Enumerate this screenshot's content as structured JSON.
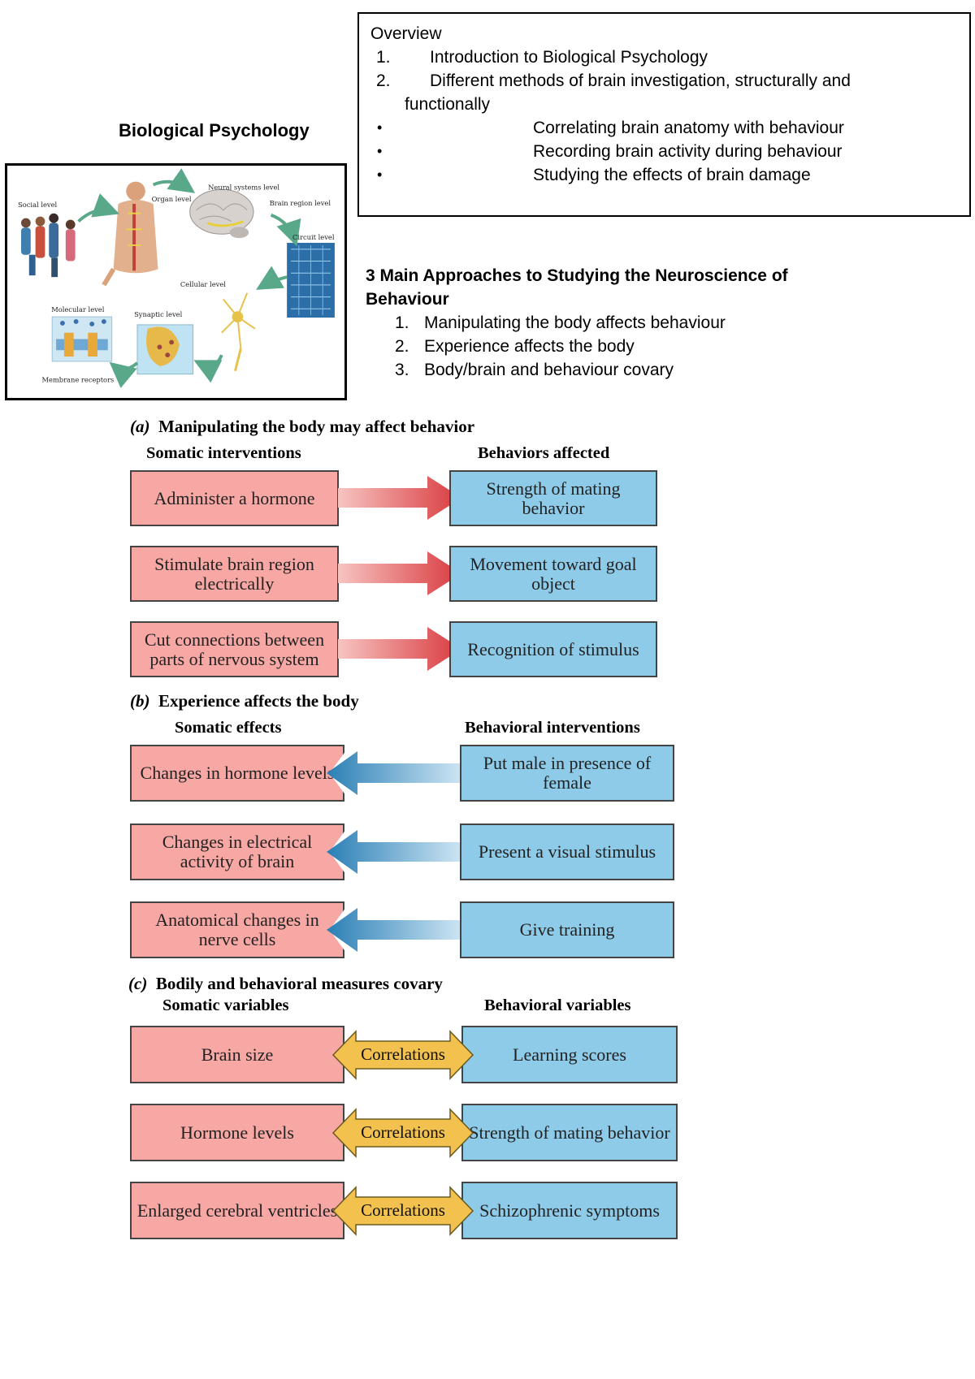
{
  "title": "Biological Psychology",
  "figure_labels": {
    "social": "Social level",
    "organ": "Organ level",
    "neural_systems": "Neural systems level",
    "brain_region": "Brain region level",
    "circuit": "Circuit level",
    "cellular": "Cellular level",
    "synaptic": "Synaptic level",
    "molecular": "Molecular level",
    "membrane": "Membrane receptors"
  },
  "overview": {
    "heading": "Overview",
    "items": [
      {
        "num": "1.",
        "text": "Introduction to Biological Psychology"
      },
      {
        "num": "2.",
        "text": "Different methods of brain investigation, structurally and",
        "cont": "functionally"
      }
    ],
    "bullets": [
      {
        "symbol": "•",
        "text": "Correlating brain anatomy with behaviour"
      },
      {
        "symbol": "•",
        "text": "Recording brain activity during behaviour"
      },
      {
        "symbol": "•",
        "text": "Studying the effects of brain damage"
      }
    ]
  },
  "approaches": {
    "title_line1": "3 Main Approaches to Studying the Neuroscience of",
    "title_line2": "Behaviour",
    "items": [
      {
        "num": "1.",
        "text": "Manipulating the body affects behaviour"
      },
      {
        "num": "2.",
        "text": "Experience affects the body"
      },
      {
        "num": "3.",
        "text": "Body/brain and behaviour covary"
      }
    ]
  },
  "panel_a": {
    "label": "(a)",
    "heading": "Manipulating the body may affect behavior",
    "left_header": "Somatic interventions",
    "right_header": "Behaviors affected",
    "rows": [
      {
        "left": "Administer a hormone",
        "right": "Strength of mating behavior"
      },
      {
        "left": "Stimulate brain region electrically",
        "right": "Movement toward goal object"
      },
      {
        "left": "Cut connections between parts of nervous system",
        "right": "Recognition of stimulus"
      }
    ]
  },
  "panel_b": {
    "label": "(b)",
    "heading": "Experience affects the body",
    "left_header": "Somatic effects",
    "right_header": "Behavioral interventions",
    "rows": [
      {
        "left": "Changes in hormone levels",
        "right": "Put male in presence of female"
      },
      {
        "left": "Changes in electrical activity of brain",
        "right": "Present a visual stimulus"
      },
      {
        "left": "Anatomical changes in nerve cells",
        "right": "Give training"
      }
    ]
  },
  "panel_c": {
    "label": "(c)",
    "heading": "Bodily and behavioral measures covary",
    "left_header": "Somatic variables",
    "right_header": "Behavioral variables",
    "rows": [
      {
        "left": "Brain size",
        "middle": "Correlations",
        "right": "Learning scores"
      },
      {
        "left": "Hormone levels",
        "middle": "Correlations",
        "right": "Strength of mating behavior"
      },
      {
        "left": "Enlarged cerebral ventricles",
        "middle": "Correlations",
        "right": "Schizophrenic symptoms"
      }
    ]
  },
  "colors": {
    "somatic_box": "#f7a8a4",
    "behavior_box": "#8ecbe9",
    "red_arrow": "#d93a3f",
    "blue_arrow": "#2a7fb5",
    "correlation_arrow": "#f2c14e"
  }
}
